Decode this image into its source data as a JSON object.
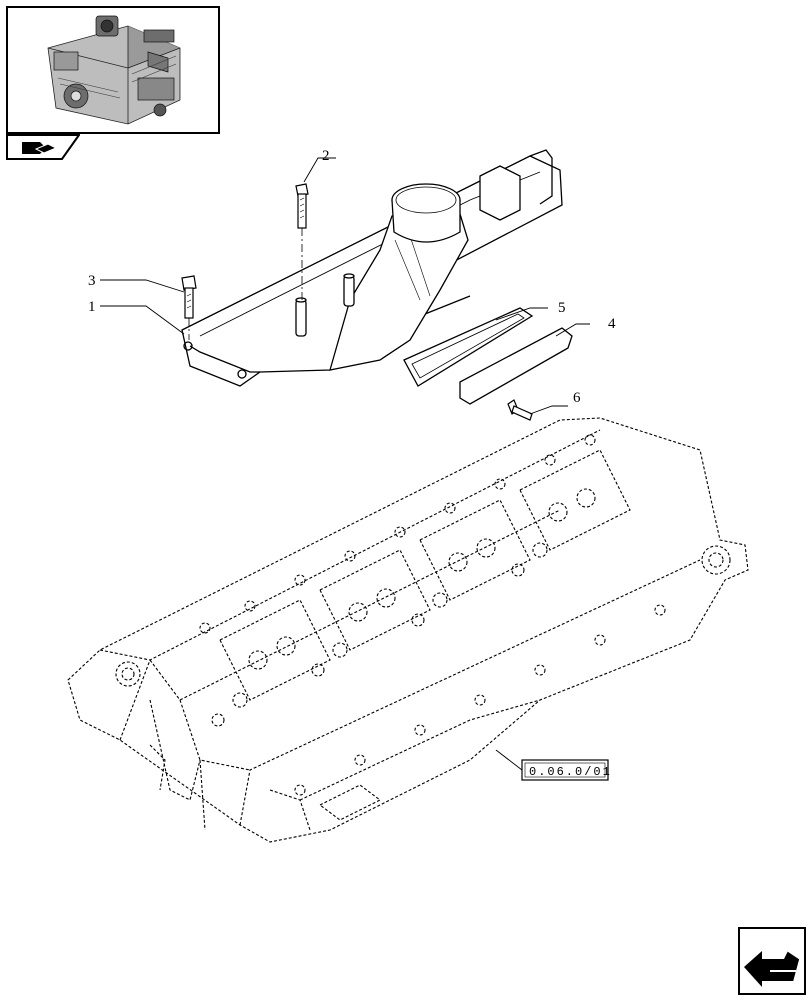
{
  "callouts": [
    {
      "id": "1",
      "label": "1"
    },
    {
      "id": "2",
      "label": "2"
    },
    {
      "id": "3",
      "label": "3"
    },
    {
      "id": "4",
      "label": "4"
    },
    {
      "id": "5",
      "label": "5"
    },
    {
      "id": "6",
      "label": "6"
    }
  ],
  "reference": {
    "label": "0.06.0/01"
  },
  "icons": {
    "thumbnail": "engine-thumbnail-icon",
    "tab": "book-arrow-icon",
    "next": "next-page-arrow-icon"
  }
}
